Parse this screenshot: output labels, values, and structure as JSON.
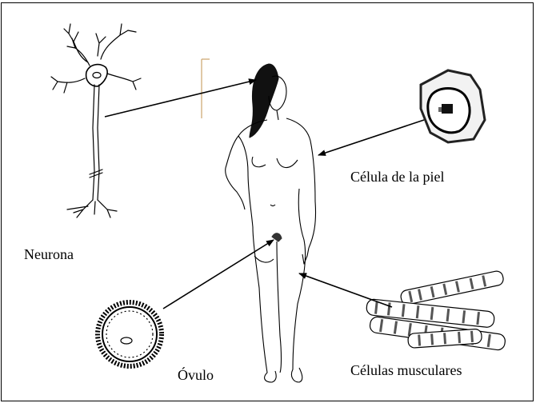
{
  "labels": {
    "neuron": "Neurona",
    "skin_cell": "Célula de la piel",
    "ovum": "Óvulo",
    "muscle_cells": "Células musculares"
  },
  "colors": {
    "ink": "#000000",
    "hair": "#111111",
    "background": "#ffffff"
  },
  "icons": {
    "neuron": "neuron-icon",
    "skin_cell": "skin-cell-icon",
    "ovum": "ovum-icon",
    "muscle_cells": "muscle-cells-icon",
    "human_figure": "human-figure-illustration"
  }
}
